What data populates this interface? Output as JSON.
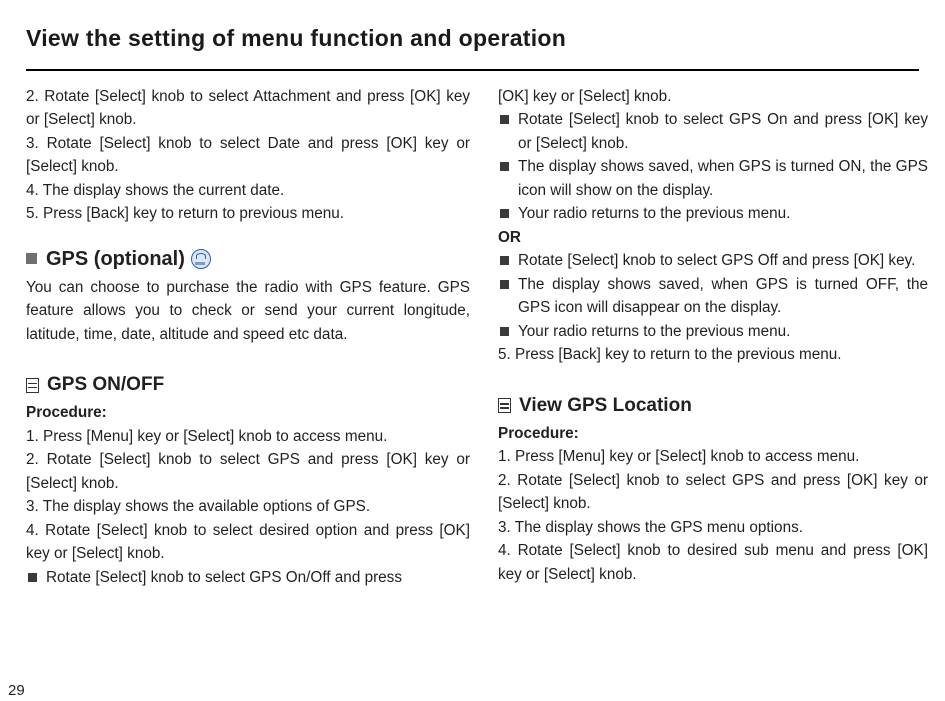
{
  "page": {
    "title": "View the setting of menu function and operation",
    "number": "29"
  },
  "left_column": {
    "top_steps": [
      "2. Rotate [Select] knob to select Attachment and press [OK] key or [Select] knob.",
      "3. Rotate [Select] knob to select Date and press [OK] key or [Select] knob.",
      "4. The display shows the current date.",
      "5. Press [Back] key to return to previous menu."
    ],
    "gps_section": {
      "heading": "GPS (optional)",
      "badge_icon": "gps-globe-icon",
      "body": "You can choose to purchase the radio with GPS feature. GPS feature allows you to check or send your current longitude, latitude, time, date, altitude and speed etc data."
    },
    "gps_onoff": {
      "heading": "GPS ON/OFF",
      "procedure_label": "Procedure:",
      "steps": [
        "1. Press [Menu] key or [Select] knob to access menu.",
        "2. Rotate [Select] knob to select GPS and press [OK] key or [Select] knob.",
        "3. The display shows the available options of GPS.",
        "4. Rotate [Select] knob to select desired option and press [OK] key or [Select] knob."
      ],
      "bullets": [
        "Rotate [Select] knob to select GPS On/Off and press"
      ]
    }
  },
  "right_column": {
    "continued_line": " [OK] key or [Select] knob.",
    "gps_on_bullets": [
      "Rotate [Select] knob to select GPS On and press [OK] key or [Select] knob.",
      "The display shows saved, when GPS is turned ON, the GPS icon will show on the display.",
      "Your radio returns to the previous menu."
    ],
    "or_label": "OR",
    "gps_off_bullets": [
      "Rotate [Select] knob to select GPS Off and press [OK] key.",
      "The display shows saved, when GPS is turned OFF, the GPS icon will disappear on the display.",
      "Your radio returns to the previous menu."
    ],
    "final_step": "5. Press [Back] key to return to the previous menu.",
    "view_gps_location": {
      "heading": "View GPS Location",
      "procedure_label": "Procedure:",
      "steps": [
        "1. Press [Menu] key or [Select] knob to access menu.",
        "2. Rotate [Select] knob to select GPS and press [OK] key or [Select] knob.",
        "3. The display shows the GPS menu options.",
        "4. Rotate [Select] knob to desired sub menu and press [OK] key or [Select] knob."
      ]
    }
  }
}
